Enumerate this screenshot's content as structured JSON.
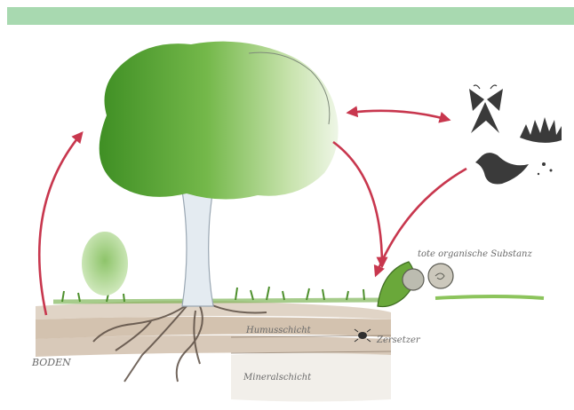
{
  "header": {
    "color": "#a8d9b0"
  },
  "colors": {
    "arrow": "#c8374e",
    "foliage_dark": "#4f9a2e",
    "foliage_light": "#a8cf7c",
    "trunk": "#dfe7ee",
    "soil": "#c9b7a2",
    "animal": "#3a3a3a"
  },
  "labels": {
    "dead_matter": "tote organische Substanz",
    "decomposers": "Zersetzer",
    "humus": "Humusschicht",
    "mineral": "Mineralschicht",
    "soil": "BODEN"
  },
  "icons": [
    "butterfly-icon",
    "hedgehog-icon",
    "bird-icon",
    "leaf-icon",
    "snail-icon",
    "beetle-icon"
  ]
}
